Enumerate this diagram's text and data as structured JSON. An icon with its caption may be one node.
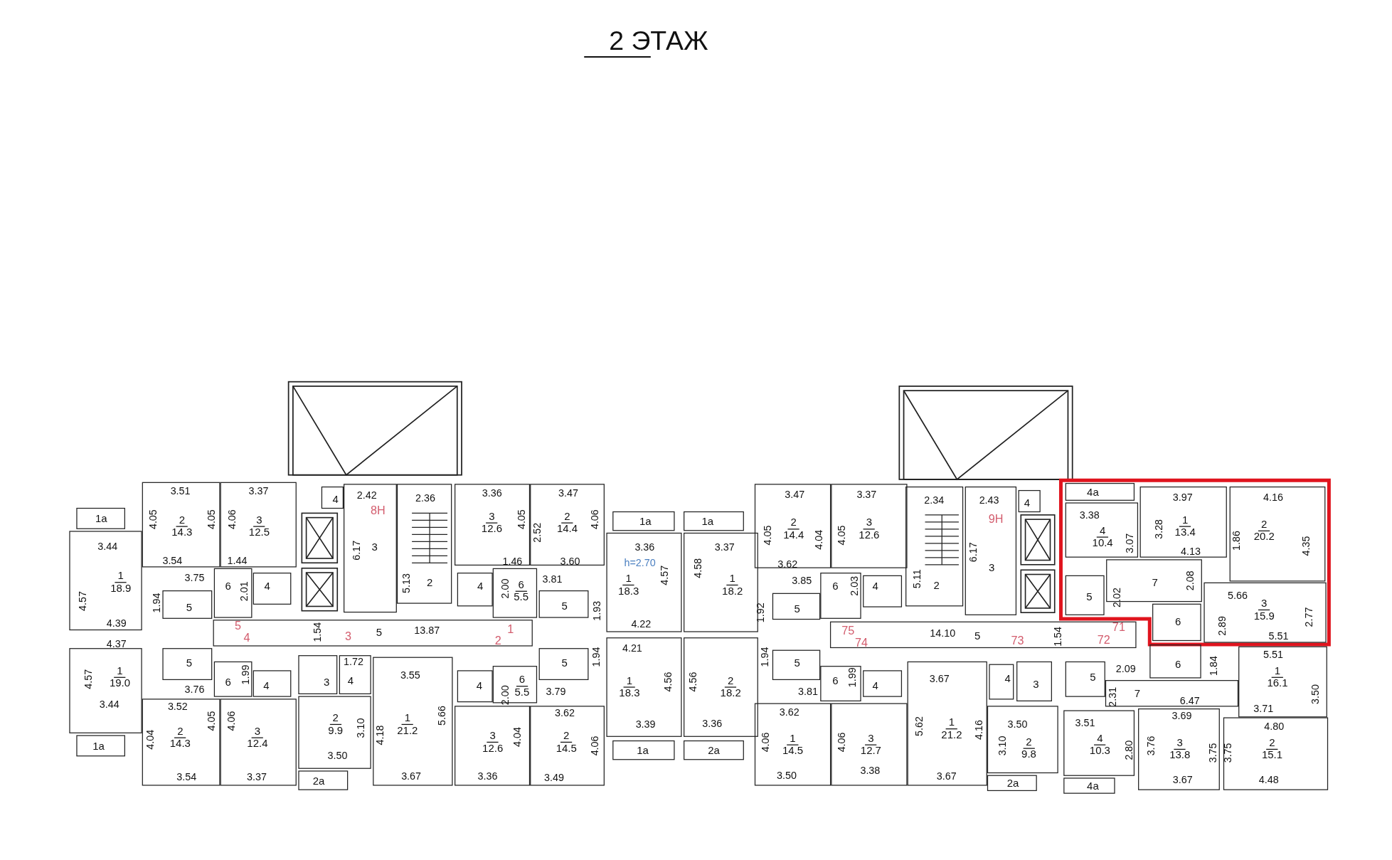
{
  "diagram": {
    "title": "2 ЭТАЖ",
    "nodes": [
      {
        "text": [
          "1а"
        ]
      },
      {
        "text": [
          "2",
          "14.3"
        ]
      },
      {
        "text": [
          "3",
          "12.5"
        ]
      },
      {
        "text": [
          "1",
          "18.9"
        ]
      },
      {
        "text": [
          "5"
        ]
      },
      {
        "text": [
          "6"
        ]
      },
      {
        "text": [
          "4"
        ]
      },
      {
        "text": [
          "4"
        ]
      },
      {
        "text": [
          "3"
        ]
      },
      {
        "text": [
          "2"
        ]
      },
      {
        "text": [
          "5"
        ]
      },
      {
        "text": [
          "3",
          "12.6"
        ]
      },
      {
        "text": [
          "2",
          "14.4"
        ]
      },
      {
        "text": [
          "4"
        ]
      },
      {
        "text": [
          "6",
          "5.5"
        ]
      },
      {
        "text": [
          "5"
        ]
      },
      {
        "text": [
          "1а"
        ]
      },
      {
        "text": [
          "1",
          "18.3"
        ]
      },
      {
        "text": [
          "1а"
        ]
      },
      {
        "text": [
          "1",
          "18.2"
        ]
      },
      {
        "text": [
          "1",
          "19.0"
        ]
      },
      {
        "text": [
          "1а"
        ]
      },
      {
        "text": [
          "5"
        ]
      },
      {
        "text": [
          "6"
        ]
      },
      {
        "text": [
          "4"
        ]
      },
      {
        "text": [
          "2",
          "14.3"
        ]
      },
      {
        "text": [
          "3",
          "12.4"
        ]
      },
      {
        "text": [
          "3"
        ]
      },
      {
        "text": [
          "4"
        ]
      },
      {
        "text": [
          "2",
          "9.9"
        ]
      },
      {
        "text": [
          "2а"
        ]
      },
      {
        "text": [
          "1",
          "21.2"
        ]
      },
      {
        "text": [
          "4"
        ]
      },
      {
        "text": [
          "6",
          "5.5"
        ]
      },
      {
        "text": [
          "3",
          "12.6"
        ]
      },
      {
        "text": [
          "2",
          "14.5"
        ]
      },
      {
        "text": [
          "5"
        ]
      },
      {
        "text": [
          "1",
          "18.3"
        ]
      },
      {
        "text": [
          "1а"
        ]
      },
      {
        "text": [
          "2",
          "18.2"
        ]
      },
      {
        "text": [
          "2а"
        ]
      },
      {
        "text": [
          "2",
          "14.4"
        ]
      },
      {
        "text": [
          "3",
          "12.6"
        ]
      },
      {
        "text": [
          "5"
        ]
      },
      {
        "text": [
          "6"
        ]
      },
      {
        "text": [
          "4"
        ]
      },
      {
        "text": [
          "2"
        ]
      },
      {
        "text": [
          "3"
        ]
      },
      {
        "text": [
          "4"
        ]
      },
      {
        "text": [
          "5"
        ]
      },
      {
        "text": [
          "5"
        ]
      },
      {
        "text": [
          "6"
        ]
      },
      {
        "text": [
          "4"
        ]
      },
      {
        "text": [
          "1",
          "14.5"
        ]
      },
      {
        "text": [
          "3",
          "12.7"
        ]
      },
      {
        "text": [
          "1",
          "21.2"
        ]
      },
      {
        "text": [
          "4"
        ]
      },
      {
        "text": [
          "3"
        ]
      },
      {
        "text": [
          "2",
          "9.8"
        ]
      },
      {
        "text": [
          "2а"
        ]
      },
      {
        "text": [
          "5"
        ]
      },
      {
        "text": [
          "7"
        ]
      },
      {
        "text": [
          "4",
          "10.3"
        ]
      },
      {
        "text": [
          "4а"
        ]
      },
      {
        "text": [
          "6"
        ]
      },
      {
        "text": [
          "1",
          "16.1"
        ]
      },
      {
        "text": [
          "3",
          "13.8"
        ]
      },
      {
        "text": [
          "2",
          "15.1"
        ]
      },
      {
        "text": [
          "4а"
        ]
      },
      {
        "text": [
          "4",
          "10.4"
        ]
      },
      {
        "text": [
          "1",
          "13.4"
        ]
      },
      {
        "text": [
          "2",
          "20.2"
        ]
      },
      {
        "text": [
          "5"
        ]
      },
      {
        "text": [
          "7"
        ]
      },
      {
        "text": [
          "6"
        ]
      },
      {
        "text": [
          "3",
          "15.9"
        ]
      }
    ],
    "labels": [
      "3.51",
      "3.37",
      "2.42",
      "2.36",
      "3.36",
      "3.47",
      "3.47",
      "3.37",
      "2.34",
      "2.43",
      "3.97",
      "4.16",
      "8Н",
      "9Н",
      "3.38",
      "4.05",
      "4.05",
      "4.06",
      "4.05",
      "4.06",
      "2.52",
      "4.05",
      "4.04",
      "4.05",
      "3.28",
      "3.07",
      "1.86",
      "4.35",
      "3.44",
      "3.36",
      "3.37",
      "6.17",
      "6.17",
      "4.13",
      "3.54",
      "1.44",
      "1.46",
      "3.60",
      "h=2.70",
      "3.62",
      "4.57",
      "4.58",
      "3.75",
      "5.13",
      "3.81",
      "3.85",
      "5.11",
      "2.08",
      "2.01",
      "2.00",
      "2.03",
      "2.02",
      "5.66",
      "4.57",
      "1.94",
      "1.93",
      "1.92",
      "2.77",
      "4.39",
      "5",
      "1.54",
      "13.87",
      "1",
      "4.22",
      "75",
      "14.10",
      "71",
      "2.89",
      "4.37",
      "4",
      "3",
      "2",
      "4.21",
      "74",
      "73",
      "1.54",
      "72",
      "5.51",
      "1.72",
      "1.94",
      "1.94",
      "2.09",
      "1.84",
      "5.51",
      "4.57",
      "1.99",
      "3.55",
      "4.56",
      "4.56",
      "1.99",
      "3.67",
      "3.76",
      "2.00",
      "3.79",
      "3.81",
      "2.31",
      "6.47",
      "3.50",
      "3.44",
      "3.52",
      "5.66",
      "3.62",
      "3.62",
      "3.69",
      "3.71",
      "4.05",
      "4.06",
      "3.10",
      "3.39",
      "3.36",
      "5.62",
      "4.16",
      "3.50",
      "3.51",
      "4.80",
      "4.04",
      "3.50",
      "4.18",
      "4.04",
      "4.06",
      "4.06",
      "4.06",
      "3.10",
      "2.80",
      "3.76",
      "3.75",
      "3.75",
      "3.54",
      "3.37",
      "3.67",
      "3.36",
      "3.49",
      "3.50",
      "3.38",
      "3.67",
      "3.67",
      "4.48"
    ]
  }
}
